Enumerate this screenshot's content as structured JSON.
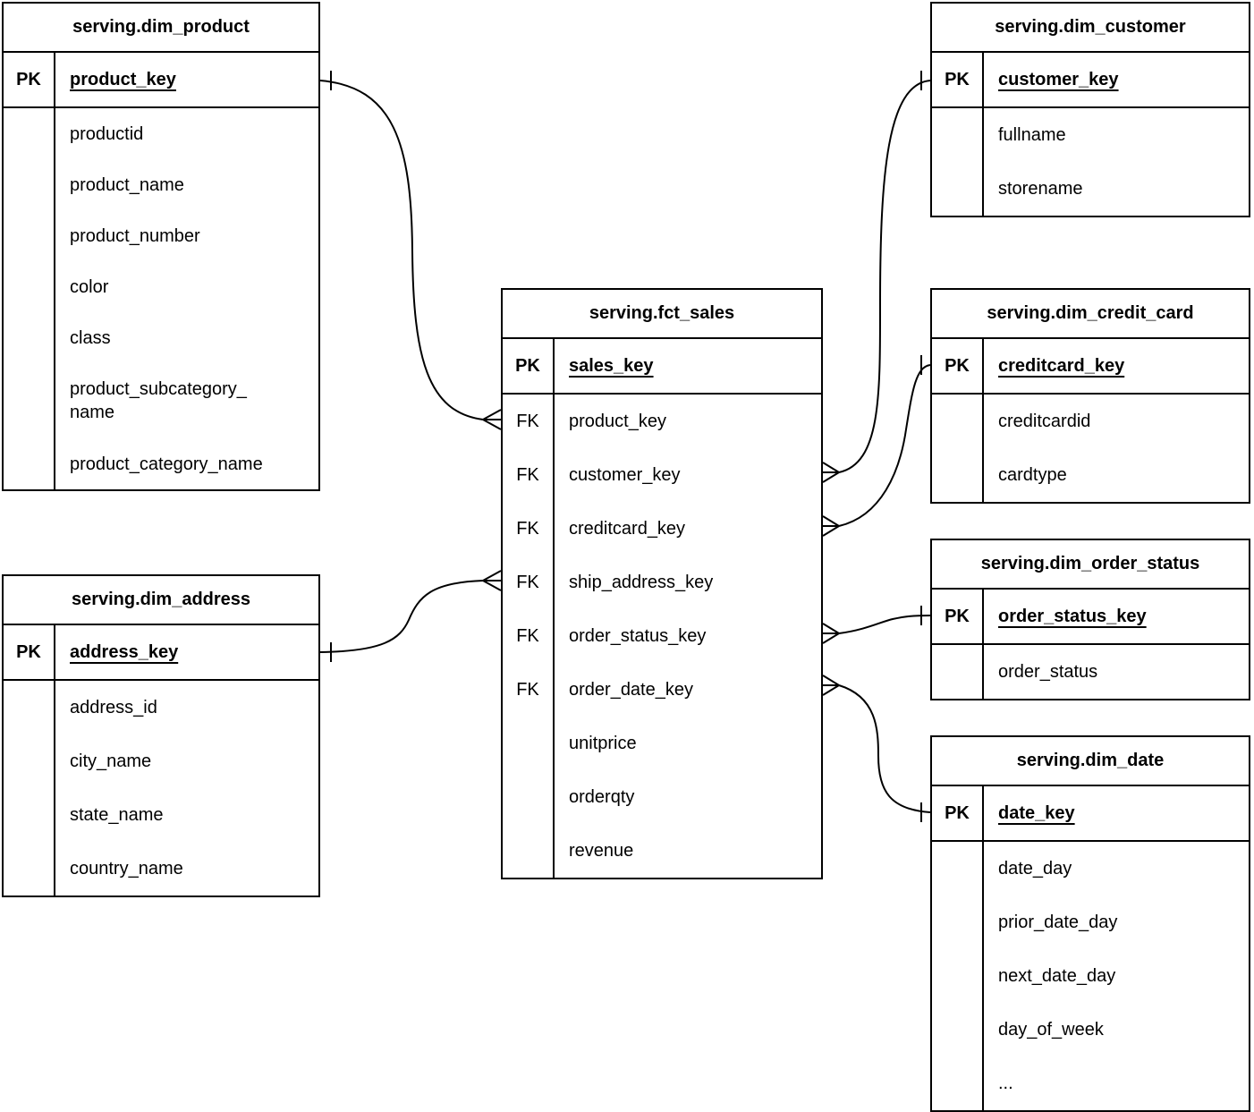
{
  "diagram": {
    "type": "entity-relationship-diagram",
    "schema": "serving",
    "notation": "crows-foot",
    "background_color": "#ffffff",
    "line_color": "#000000"
  },
  "tables": [
    {
      "id": "dim_product",
      "title": "serving.dim_product",
      "primary_key": {
        "label": "PK",
        "name": "product_key"
      },
      "rows": [
        {
          "label": "",
          "name": "productid"
        },
        {
          "label": "",
          "name": "product_name"
        },
        {
          "label": "",
          "name": "product_number"
        },
        {
          "label": "",
          "name": "color"
        },
        {
          "label": "",
          "name": "class"
        },
        {
          "label": "",
          "name": "product_subcategory_name",
          "display_lines": [
            "product_subcategory_",
            "name"
          ]
        },
        {
          "label": "",
          "name": "product_category_name"
        }
      ]
    },
    {
      "id": "dim_customer",
      "title": "serving.dim_customer",
      "primary_key": {
        "label": "PK",
        "name": "customer_key"
      },
      "rows": [
        {
          "label": "",
          "name": "fullname"
        },
        {
          "label": "",
          "name": "storename"
        }
      ]
    },
    {
      "id": "fct_sales",
      "title": "serving.fct_sales",
      "primary_key": {
        "label": "PK",
        "name": "sales_key"
      },
      "rows": [
        {
          "label": "FK",
          "name": "product_key"
        },
        {
          "label": "FK",
          "name": "customer_key"
        },
        {
          "label": "FK",
          "name": "creditcard_key"
        },
        {
          "label": "FK",
          "name": "ship_address_key"
        },
        {
          "label": "FK",
          "name": "order_status_key"
        },
        {
          "label": "FK",
          "name": "order_date_key"
        },
        {
          "label": "",
          "name": "unitprice"
        },
        {
          "label": "",
          "name": "orderqty"
        },
        {
          "label": "",
          "name": "revenue"
        }
      ]
    },
    {
      "id": "dim_credit_card",
      "title": "serving.dim_credit_card",
      "primary_key": {
        "label": "PK",
        "name": "creditcard_key"
      },
      "rows": [
        {
          "label": "",
          "name": "creditcardid"
        },
        {
          "label": "",
          "name": "cardtype"
        }
      ]
    },
    {
      "id": "dim_order_status",
      "title": "serving.dim_order_status",
      "primary_key": {
        "label": "PK",
        "name": "order_status_key"
      },
      "rows": [
        {
          "label": "",
          "name": "order_status"
        }
      ]
    },
    {
      "id": "dim_date",
      "title": "serving.dim_date",
      "primary_key": {
        "label": "PK",
        "name": "date_key"
      },
      "rows": [
        {
          "label": "",
          "name": "date_day"
        },
        {
          "label": "",
          "name": "prior_date_day"
        },
        {
          "label": "",
          "name": "next_date_day"
        },
        {
          "label": "",
          "name": "day_of_week"
        },
        {
          "label": "",
          "name": "..."
        }
      ]
    },
    {
      "id": "dim_address",
      "title": "serving.dim_address",
      "primary_key": {
        "label": "PK",
        "name": "address_key"
      },
      "rows": [
        {
          "label": "",
          "name": "address_id"
        },
        {
          "label": "",
          "name": "city_name"
        },
        {
          "label": "",
          "name": "state_name"
        },
        {
          "label": "",
          "name": "country_name"
        }
      ]
    }
  ],
  "relationships": [
    {
      "many_end": {
        "table": "serving.fct_sales",
        "field": "product_key"
      },
      "one_end": {
        "table": "serving.dim_product",
        "field": "product_key"
      }
    },
    {
      "many_end": {
        "table": "serving.fct_sales",
        "field": "customer_key"
      },
      "one_end": {
        "table": "serving.dim_customer",
        "field": "customer_key"
      }
    },
    {
      "many_end": {
        "table": "serving.fct_sales",
        "field": "creditcard_key"
      },
      "one_end": {
        "table": "serving.dim_credit_card",
        "field": "creditcard_key"
      }
    },
    {
      "many_end": {
        "table": "serving.fct_sales",
        "field": "ship_address_key"
      },
      "one_end": {
        "table": "serving.dim_address",
        "field": "address_key"
      }
    },
    {
      "many_end": {
        "table": "serving.fct_sales",
        "field": "order_status_key"
      },
      "one_end": {
        "table": "serving.dim_order_status",
        "field": "order_status_key"
      }
    },
    {
      "many_end": {
        "table": "serving.fct_sales",
        "field": "order_date_key"
      },
      "one_end": {
        "table": "serving.dim_date",
        "field": "date_key"
      }
    }
  ]
}
